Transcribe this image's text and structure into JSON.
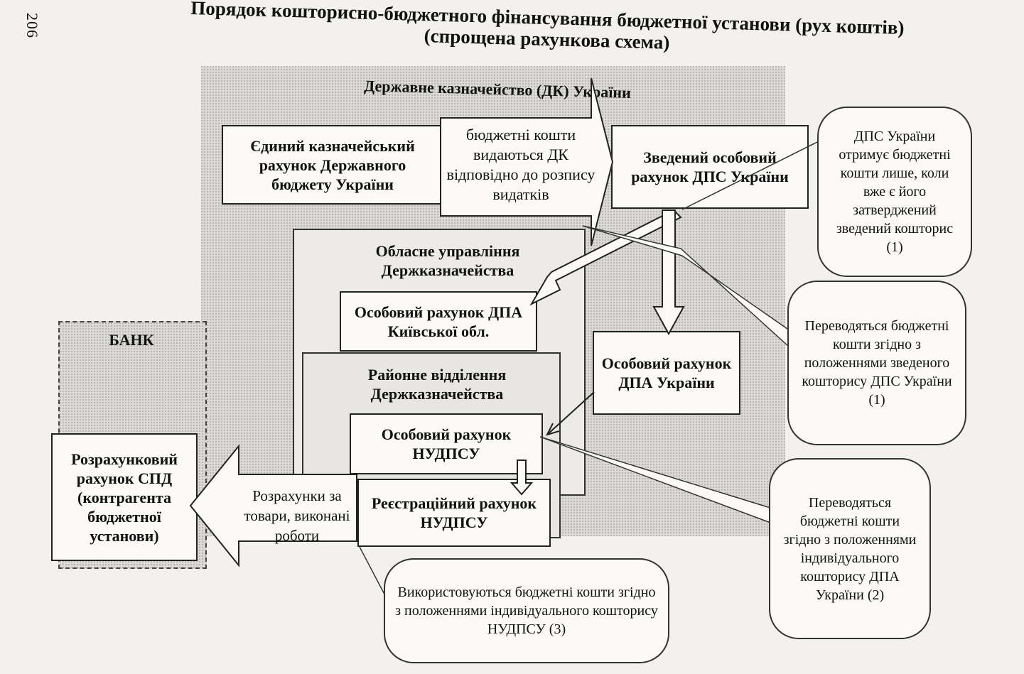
{
  "page_number": "206",
  "title": {
    "line1": "Порядок кошторисно-бюджетного фінансування бюджетної установи (рух коштів)",
    "line2": "(спрощена рахункова схема)"
  },
  "treasury": {
    "label": "Державне казначейство (ДК) України"
  },
  "boxes": {
    "single_account": "Єдиний казначейський рахунок Державного бюджету України",
    "flow_note": "бюджетні кошти видаються ДК відповідно до розпису видатків",
    "consolidated_account": "Зведений особовий рахунок ДПС України",
    "regional_office": "Обласне управління Держказначейства",
    "kyiv_account": "Особовий рахунок ДПА Київської обл.",
    "dpa_account": "Особовий рахунок ДПА України",
    "district_office": "Районне відділення Держказначейства",
    "nudpsu_account": "Особовий рахунок НУДПСУ",
    "registration_account": "Реєстраційний рахунок НУДПСУ",
    "bank": "БАНК",
    "settlement_account": "Розрахунковий рахунок СПД (контрагента бюджетної установи)",
    "payments": "Розрахунки за товари, виконані роботи"
  },
  "notes": {
    "note1": "ДПС України отримує бюджетні кошти лише, коли вже є його затверджений зведений кошторис (1)",
    "note2": "Переводяться бюджетні кошти згідно з положеннями зведеного кошторису ДПС України (1)",
    "note3": "Переводяться бюджетні кошти згідно з положеннями індивідуального кошторису ДПА України (2)",
    "note4": "Використовуються бюджетні кошти згідно з положеннями індивідуального кошторису НУДПСУ (3)"
  }
}
